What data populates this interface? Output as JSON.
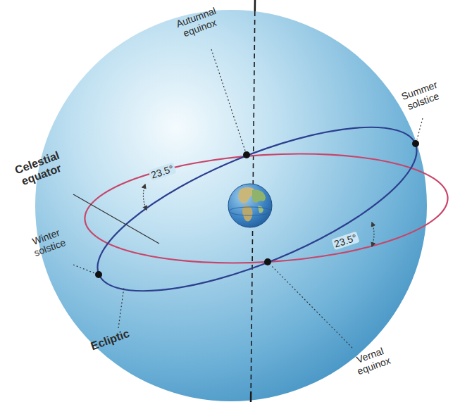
{
  "diagram": {
    "labels": [
      "Autumnal equinox",
      "Summer solstice",
      "Celestial equator",
      "23.5°",
      "Winter solstice",
      "23.5°",
      "Ecliptic",
      "Vernal equinox"
    ]
  }
}
